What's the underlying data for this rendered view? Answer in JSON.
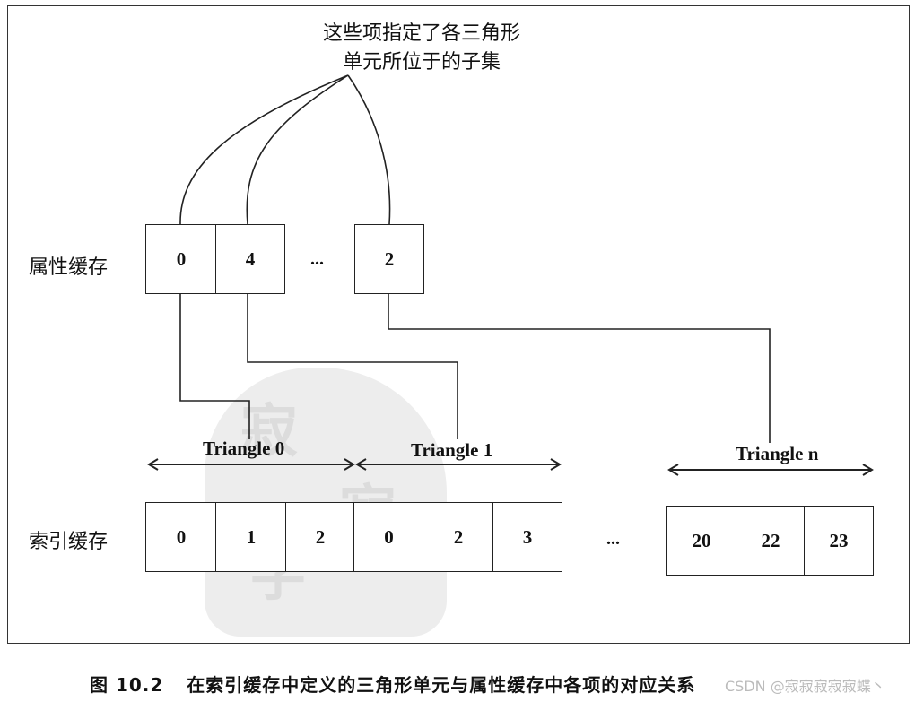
{
  "note": {
    "line1": "这些项指定了各三角形",
    "line2": "单元所位于的子集"
  },
  "labels": {
    "attribute_buffer": "属性缓存",
    "index_buffer": "索引缓存"
  },
  "attribute_cells": [
    "0",
    "4",
    "2"
  ],
  "attribute_ellipsis": "...",
  "triangles": [
    "Triangle 0",
    "Triangle 1",
    "Triangle n"
  ],
  "index_cells": {
    "group1": [
      "0",
      "1",
      "2",
      "0",
      "2",
      "3"
    ],
    "group2": [
      "20",
      "22",
      "23"
    ]
  },
  "index_ellipsis": "...",
  "caption": {
    "number": "图 10.2",
    "text": "在索引缓存中定义的三角形单元与属性缓存中各项的对应关系"
  },
  "credit": "CSDN @寂寂寂寂寂蝶丶",
  "colors": {
    "line": "#222222",
    "watermark": "#ededed"
  }
}
